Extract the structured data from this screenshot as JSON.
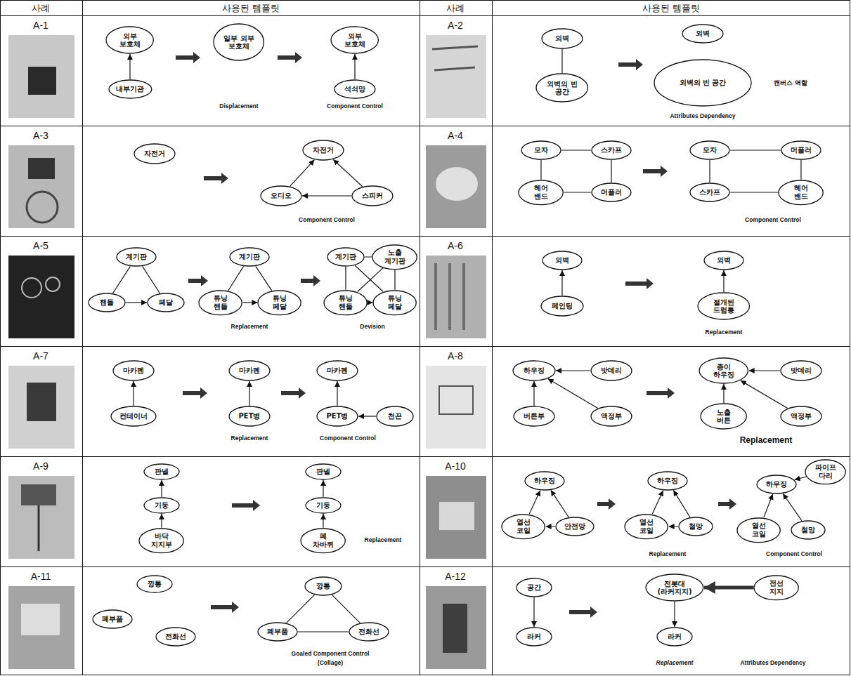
{
  "diagram": {
    "nodes": [
      {
        "text": [
          "외부 보호체"
        ]
      },
      {
        "text": [
          "내부기관"
        ]
      },
      {
        "text": [
          "일부 외부 보호체"
        ]
      },
      {
        "text": [
          "외부 보호체"
        ]
      },
      {
        "text": [
          "석쇠망"
        ]
      },
      {
        "text": [
          "외벽"
        ]
      },
      {
        "text": [
          "외벽의 빈 공간"
        ]
      },
      {
        "text": [
          "외벽"
        ]
      },
      {
        "text": [
          "외벽의 빈 공간"
        ]
      },
      {
        "text": [
          "자전거"
        ]
      },
      {
        "text": [
          "자전거"
        ]
      },
      {
        "text": [
          "오디오"
        ]
      },
      {
        "text": [
          "스피커"
        ]
      },
      {
        "text": [
          "모자"
        ]
      },
      {
        "text": [
          "스카프"
        ]
      },
      {
        "text": [
          "헤어 밴드"
        ]
      },
      {
        "text": [
          "머플러"
        ]
      },
      {
        "text": [
          "모자"
        ]
      },
      {
        "text": [
          "머플러"
        ]
      },
      {
        "text": [
          "스카프"
        ]
      },
      {
        "text": [
          "헤어 밴드"
        ]
      },
      {
        "text": [
          "계기판"
        ]
      },
      {
        "text": [
          "핸들"
        ]
      },
      {
        "text": [
          "페달"
        ]
      },
      {
        "text": [
          "계기판"
        ]
      },
      {
        "text": [
          "튜닝 핸들"
        ]
      },
      {
        "text": [
          "튜닝 페달"
        ]
      },
      {
        "text": [
          "계기판"
        ]
      },
      {
        "text": [
          "노출 계기판"
        ]
      },
      {
        "text": [
          "튜닝 핸들"
        ]
      },
      {
        "text": [
          "튜닝 페달"
        ]
      },
      {
        "text": [
          "외벽"
        ]
      },
      {
        "text": [
          "페인팅"
        ]
      },
      {
        "text": [
          "외벽"
        ]
      },
      {
        "text": [
          "절개된 드럼통"
        ]
      },
      {
        "text": [
          "마카펜"
        ]
      },
      {
        "text": [
          "컨테이너"
        ]
      },
      {
        "text": [
          "마카펜"
        ]
      },
      {
        "text": [
          "PET병"
        ]
      },
      {
        "text": [
          "마카펜"
        ]
      },
      {
        "text": [
          "PET병"
        ]
      },
      {
        "text": [
          "천끈"
        ]
      },
      {
        "text": [
          "하우징"
        ]
      },
      {
        "text": [
          "밧데리"
        ]
      },
      {
        "text": [
          "버튼부"
        ]
      },
      {
        "text": [
          "액정부"
        ]
      },
      {
        "text": [
          "종이 하우징"
        ]
      },
      {
        "text": [
          "밧데리"
        ]
      },
      {
        "text": [
          "노출 버튼"
        ]
      },
      {
        "text": [
          "액정부"
        ]
      },
      {
        "text": [
          "판넬"
        ]
      },
      {
        "text": [
          "기둥"
        ]
      },
      {
        "text": [
          "바닥 지지부"
        ]
      },
      {
        "text": [
          "판넬"
        ]
      },
      {
        "text": [
          "기둥"
        ]
      },
      {
        "text": [
          "폐 차바퀴"
        ]
      },
      {
        "text": [
          "하우징"
        ]
      },
      {
        "text": [
          "열선 코일"
        ]
      },
      {
        "text": [
          "안전망"
        ]
      },
      {
        "text": [
          "하우징"
        ]
      },
      {
        "text": [
          "열선 코일"
        ]
      },
      {
        "text": [
          "철망"
        ]
      },
      {
        "text": [
          "하우징"
        ]
      },
      {
        "text": [
          "파이프 다리"
        ]
      },
      {
        "text": [
          "열선 코일"
        ]
      },
      {
        "text": [
          "철망"
        ]
      },
      {
        "text": [
          "깡통"
        ]
      },
      {
        "text": [
          "폐부품"
        ]
      },
      {
        "text": [
          "전화선"
        ]
      },
      {
        "text": [
          "깡통"
        ]
      },
      {
        "text": [
          "폐부품"
        ]
      },
      {
        "text": [
          "전화선"
        ]
      },
      {
        "text": [
          "공간"
        ]
      },
      {
        "text": [
          "라커"
        ]
      },
      {
        "text": [
          "전봇대 (라커지지)"
        ]
      },
      {
        "text": [
          "라커"
        ]
      },
      {
        "text": [
          "전선 지지"
        ]
      }
    ],
    "edges": [
      {
        "from": 1,
        "to": 0,
        "arrow": "to"
      },
      {
        "from": 4,
        "to": 3,
        "arrow": "to"
      },
      {
        "from": 5,
        "to": 6,
        "arrow": "none"
      },
      {
        "from": 11,
        "to": 10,
        "arrow": "to"
      },
      {
        "from": 12,
        "to": 10,
        "arrow": "to"
      },
      {
        "from": 12,
        "to": 11,
        "arrow": "to"
      },
      {
        "from": 13,
        "to": 14,
        "arrow": "none"
      },
      {
        "from": 13,
        "to": 15,
        "arrow": "none"
      },
      {
        "from": 14,
        "to": 16,
        "arrow": "none"
      },
      {
        "from": 15,
        "to": 16,
        "arrow": "none"
      },
      {
        "from": 17,
        "to": 18,
        "arrow": "none"
      },
      {
        "from": 17,
        "to": 19,
        "arrow": "none"
      },
      {
        "from": 18,
        "to": 20,
        "arrow": "none"
      },
      {
        "from": 19,
        "to": 20,
        "arrow": "none"
      },
      {
        "from": 21,
        "to": 22,
        "arrow": "none"
      },
      {
        "from": 21,
        "to": 23,
        "arrow": "none"
      },
      {
        "from": 22,
        "to": 23,
        "arrow": "to"
      },
      {
        "from": 24,
        "to": 25,
        "arrow": "none"
      },
      {
        "from": 24,
        "to": 26,
        "arrow": "none"
      },
      {
        "from": 25,
        "to": 26,
        "arrow": "to"
      },
      {
        "from": 27,
        "to": 28,
        "arrow": "none"
      },
      {
        "from": 27,
        "to": 29,
        "arrow": "none"
      },
      {
        "from": 28,
        "to": 30,
        "arrow": "none"
      },
      {
        "from": 27,
        "to": 30,
        "arrow": "none"
      },
      {
        "from": 28,
        "to": 29,
        "arrow": "none"
      },
      {
        "from": 29,
        "to": 30,
        "arrow": "to"
      },
      {
        "from": 32,
        "to": 31,
        "arrow": "to"
      },
      {
        "from": 34,
        "to": 33,
        "arrow": "to"
      },
      {
        "from": 36,
        "to": 35,
        "arrow": "to"
      },
      {
        "from": 38,
        "to": 37,
        "arrow": "to"
      },
      {
        "from": 40,
        "to": 39,
        "arrow": "to"
      },
      {
        "from": 41,
        "to": 40,
        "arrow": "to"
      },
      {
        "from": 43,
        "to": 42,
        "arrow": "to"
      },
      {
        "from": 44,
        "to": 42,
        "arrow": "to"
      },
      {
        "from": 45,
        "to": 42,
        "arrow": "to"
      },
      {
        "from": 47,
        "to": 46,
        "arrow": "to"
      },
      {
        "from": 48,
        "to": 46,
        "arrow": "to"
      },
      {
        "from": 49,
        "to": 46,
        "arrow": "to"
      },
      {
        "from": 51,
        "to": 50,
        "arrow": "to"
      },
      {
        "from": 52,
        "to": 51,
        "arrow": "to"
      },
      {
        "from": 54,
        "to": 53,
        "arrow": "to"
      },
      {
        "from": 55,
        "to": 54,
        "arrow": "to"
      },
      {
        "from": 57,
        "to": 56,
        "arrow": "to"
      },
      {
        "from": 58,
        "to": 56,
        "arrow": "to"
      },
      {
        "from": 58,
        "to": 57,
        "arrow": "to"
      },
      {
        "from": 60,
        "to": 59,
        "arrow": "to"
      },
      {
        "from": 61,
        "to": 59,
        "arrow": "to"
      },
      {
        "from": 61,
        "to": 60,
        "arrow": "to"
      },
      {
        "from": 63,
        "to": 62,
        "arrow": "to"
      },
      {
        "from": 64,
        "to": 62,
        "arrow": "to"
      },
      {
        "from": 65,
        "to": 62,
        "arrow": "to"
      },
      {
        "from": 69,
        "to": 70,
        "arrow": "none"
      },
      {
        "from": 69,
        "to": 71,
        "arrow": "none"
      },
      {
        "from": 70,
        "to": 71,
        "arrow": "none"
      },
      {
        "from": 72,
        "to": 73,
        "arrow": "to"
      },
      {
        "from": 74,
        "to": 75,
        "arrow": "to"
      },
      {
        "from": 76,
        "to": 74,
        "arrow": "to"
      }
    ],
    "labels": [
      "사례",
      "사용된 템플릿",
      "사례",
      "사용된 템플릿",
      "A-1",
      "Displacement",
      "Component Control",
      "A-2",
      "캔버스 역할",
      "Attributes Dependency",
      "A-3",
      "Component Control",
      "A-4",
      "Component Control",
      "A-5",
      "Replacement",
      "Devision",
      "A-6",
      "Replacement",
      "A-7",
      "Replacement",
      "Component Control",
      "A-8",
      "Replacement",
      "A-9",
      "Replacement",
      "A-10",
      "Replacement",
      "Component Control",
      "A-11",
      "Goaled Component Control",
      "(Collage)",
      "A-12",
      "Replacement",
      "Attributes Dependency"
    ]
  }
}
